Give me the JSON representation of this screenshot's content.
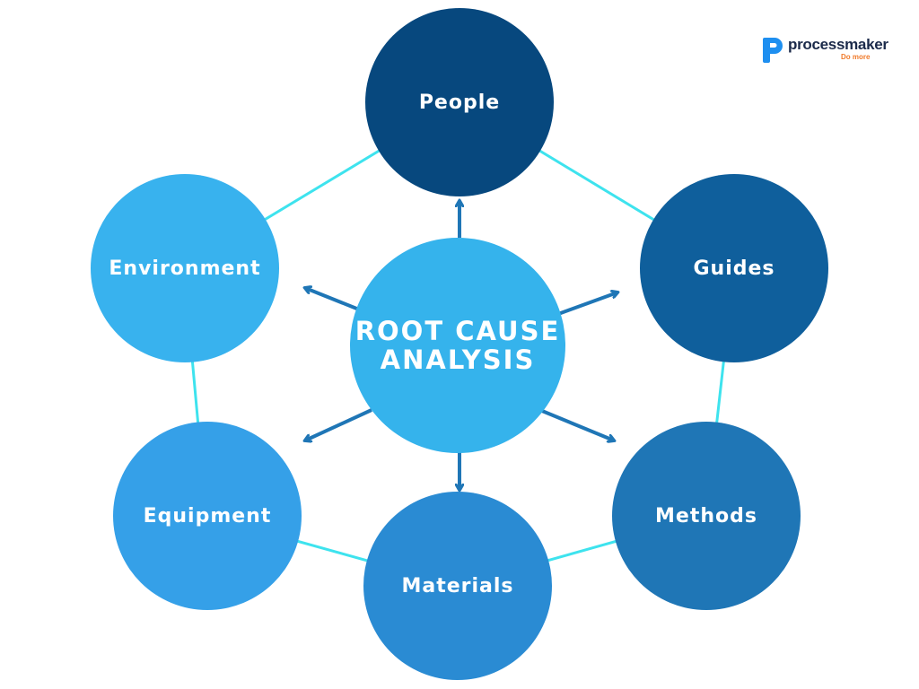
{
  "diagram": {
    "center": {
      "label": "ROOT CAUSE\nANALYSIS",
      "color": "#35b3ec"
    },
    "nodes": [
      {
        "label": "People",
        "color": "#07487e"
      },
      {
        "label": "Guides",
        "color": "#0f5f9c"
      },
      {
        "label": "Methods",
        "color": "#1f76b6"
      },
      {
        "label": "Materials",
        "color": "#2a8bd3"
      },
      {
        "label": "Equipment",
        "color": "#35a0e8"
      },
      {
        "label": "Environment",
        "color": "#38b2ee"
      }
    ],
    "ring_color": "#3ee3ee",
    "arrow_color": "#1f76b6"
  },
  "logo": {
    "name": "processmaker",
    "tagline": "Do more",
    "mark_color": "#1e8ff0",
    "name_color": "#1b2a4a",
    "tagline_color": "#f07a2a"
  }
}
